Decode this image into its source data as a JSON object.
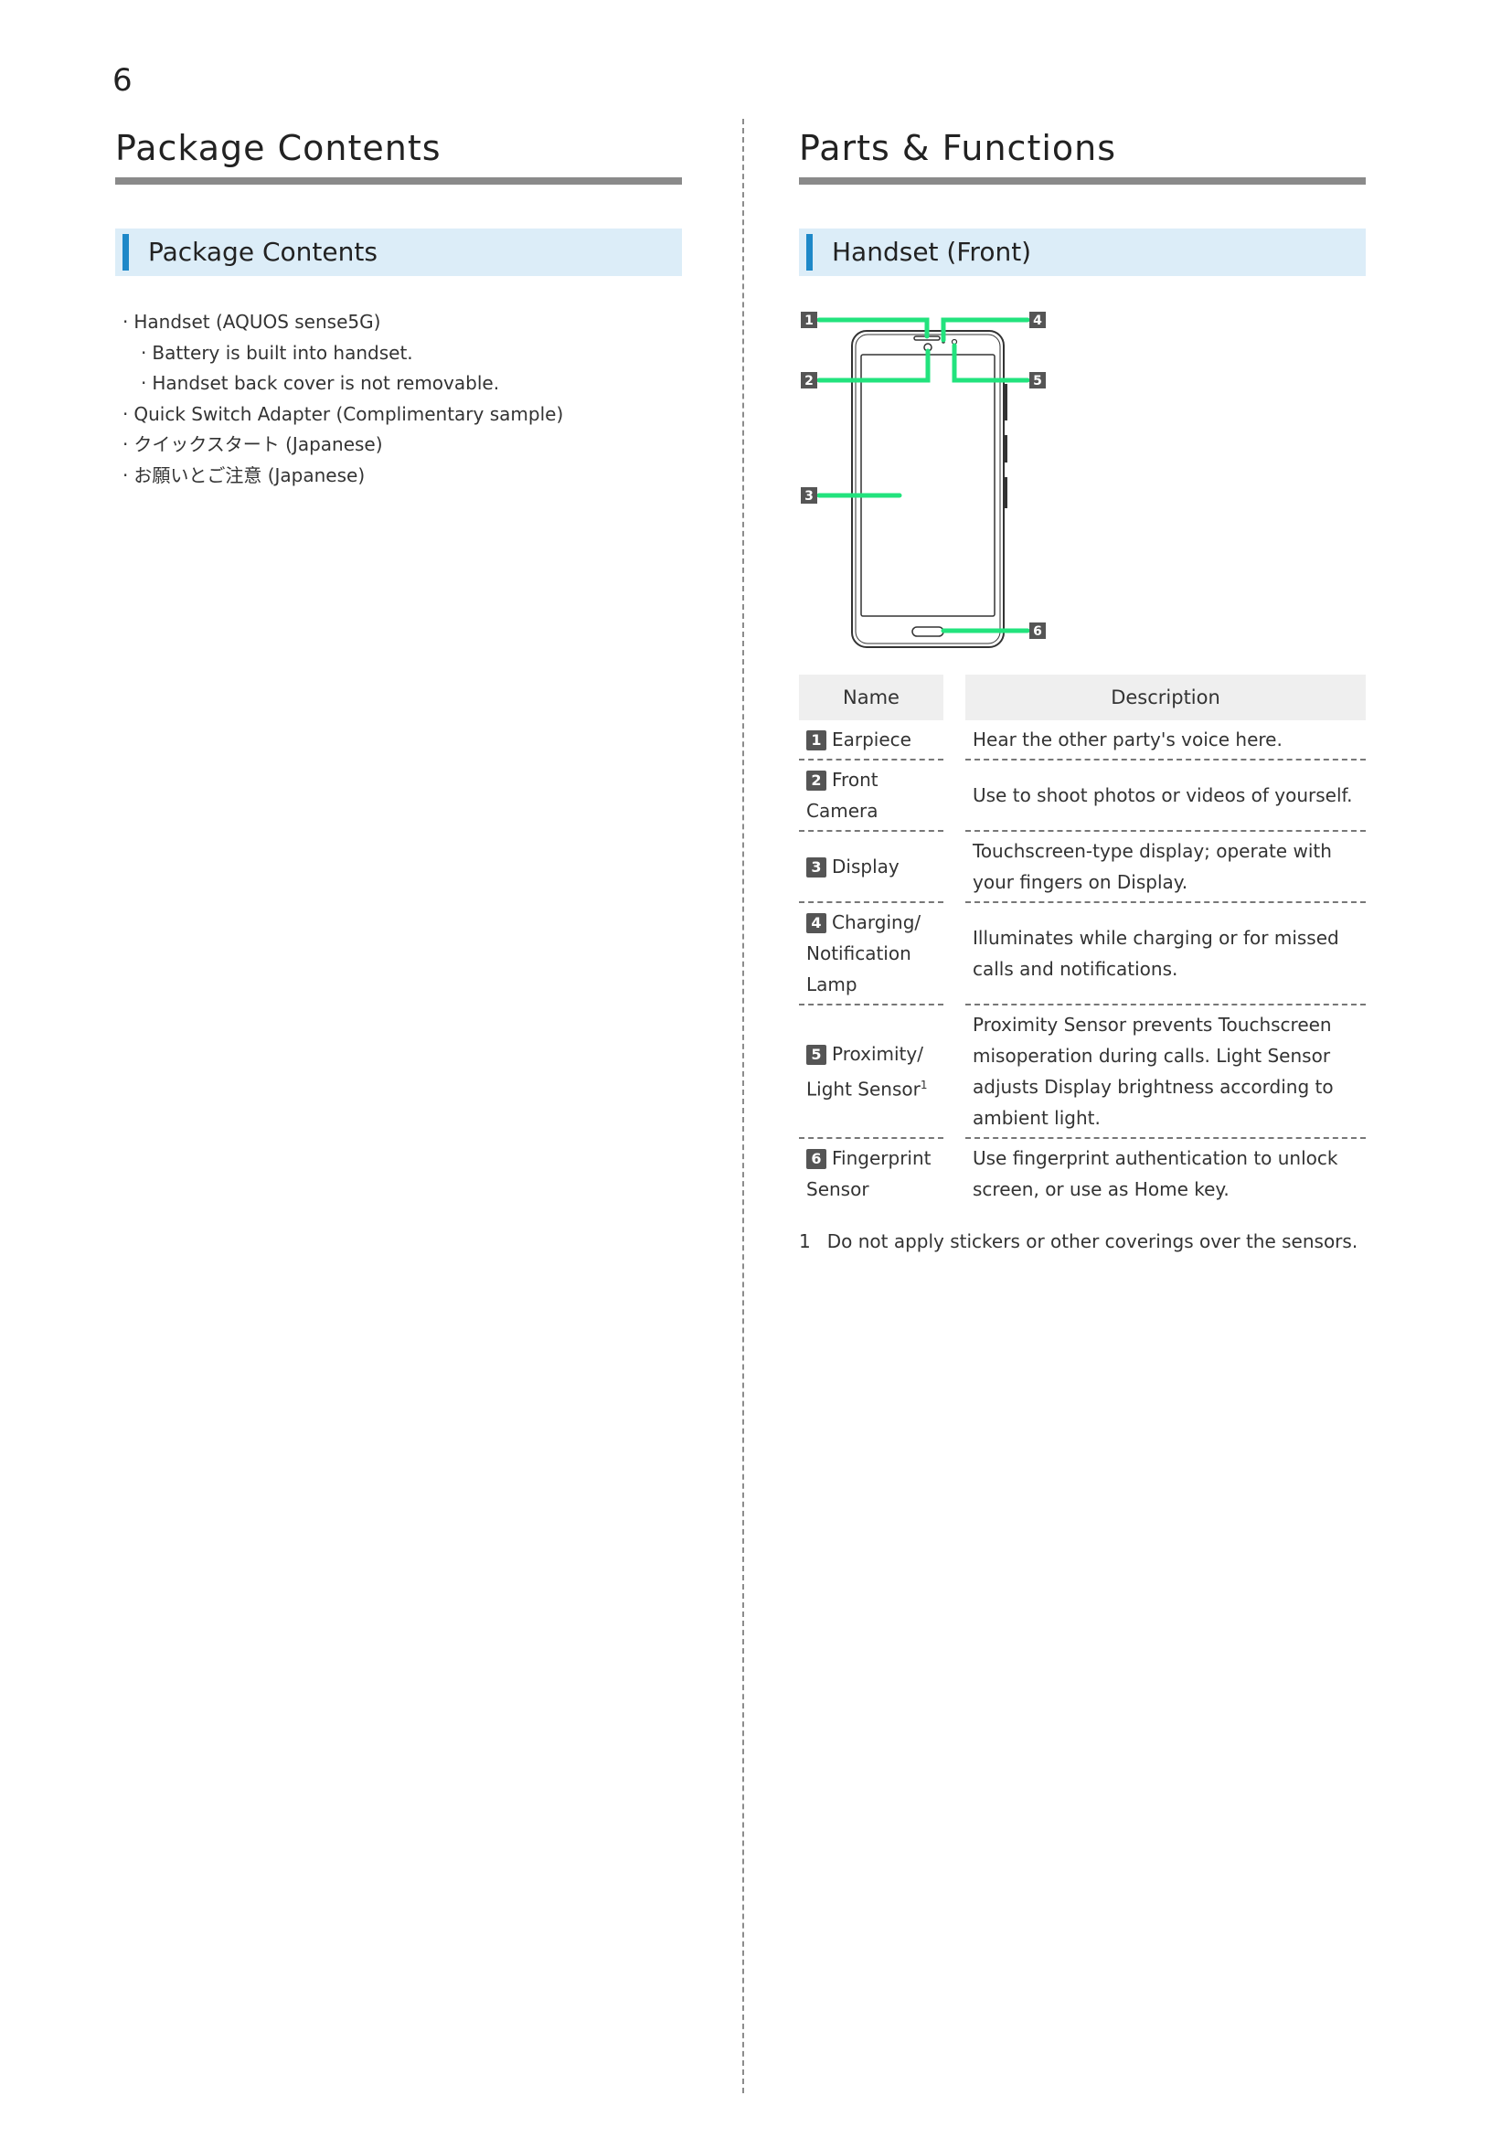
{
  "page_number": "6",
  "left": {
    "title": "Package Contents",
    "section": "Package Contents",
    "items": [
      {
        "text": "Handset (AQUOS sense5G)",
        "sub": false
      },
      {
        "text": "Battery is built into handset.",
        "sub": true
      },
      {
        "text": "Handset back cover is not removable.",
        "sub": true
      },
      {
        "text": "Quick Switch Adapter (Complimentary sample)",
        "sub": false
      },
      {
        "text": "クイックスタート (Japanese)",
        "sub": false
      },
      {
        "text": "お願いとご注意 (Japanese)",
        "sub": false
      }
    ]
  },
  "right": {
    "title": "Parts & Functions",
    "section": "Handset (Front)",
    "callouts": [
      "1",
      "2",
      "3",
      "4",
      "5",
      "6"
    ],
    "table": {
      "headers": {
        "name": "Name",
        "description": "Description"
      },
      "rows": [
        {
          "num": "1",
          "name": "Earpiece",
          "sup": "",
          "description": "Hear the other party's voice here."
        },
        {
          "num": "2",
          "name": "Front Camera",
          "sup": "",
          "description": "Use to shoot photos or videos of yourself."
        },
        {
          "num": "3",
          "name": "Display",
          "sup": "",
          "description": "Touchscreen-type display; operate with your fingers on Display."
        },
        {
          "num": "4",
          "name": "Charging/ Notification Lamp",
          "sup": "",
          "description": "Illuminates while charging or for missed calls and notifications."
        },
        {
          "num": "5",
          "name": "Proximity/ Light Sensor",
          "sup": "1",
          "description": "Proximity Sensor prevents Touchscreen misoperation during calls. Light Sensor adjusts Display brightness according to ambient light."
        },
        {
          "num": "6",
          "name": "Fingerprint Sensor",
          "sup": "",
          "description": "Use fingerprint authentication to unlock screen, or use as Home key."
        }
      ]
    },
    "footnote": {
      "num": "1",
      "text": "Do not apply stickers or other coverings over the sensors."
    }
  }
}
